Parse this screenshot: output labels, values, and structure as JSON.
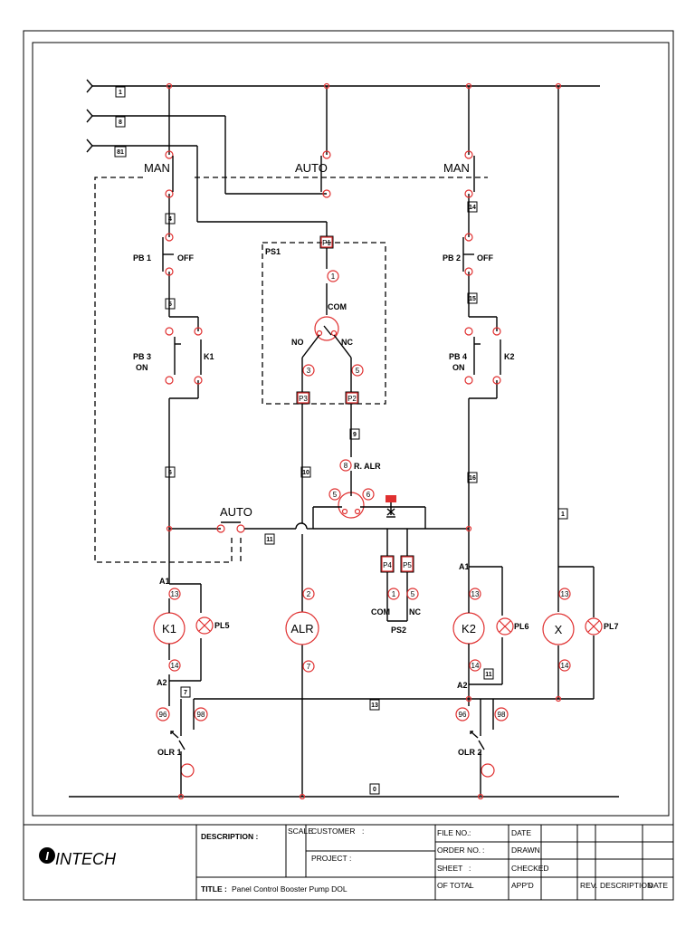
{
  "schematic": {
    "wires": [
      "1",
      "8",
      "81",
      "4",
      "5",
      "6",
      "11",
      "10",
      "9",
      "14",
      "15",
      "16",
      "7",
      "11",
      "13",
      "0",
      "1"
    ],
    "labels": {
      "man_left": "MAN",
      "auto_top": "AUTO",
      "man_right": "MAN",
      "auto_mid": "AUTO",
      "pb1": "PB 1",
      "off1": "OFF",
      "pb2": "PB 2",
      "off2": "OFF",
      "pb3": "PB 3",
      "on3": "ON",
      "pb4": "PB 4",
      "on4": "ON",
      "k1_contact": "K1",
      "k2_contact": "K2",
      "ps1": "PS1",
      "com1": "COM",
      "no1": "NO",
      "nc1": "NC",
      "ralr": "R. ALR",
      "com2": "COM",
      "nc2": "NC",
      "ps2": "PS2",
      "a1_left": "A1",
      "a2_left": "A2",
      "a1_right": "A1",
      "a2_right": "A2",
      "pl5": "PL5",
      "pl6": "PL6",
      "pl7": "PL7",
      "olr1": "OLR 1",
      "olr2": "OLR 2"
    },
    "coils": {
      "k1": "K1",
      "alr": "ALR",
      "k2": "K2",
      "x": "X"
    },
    "terminals": {
      "p1": "P1",
      "p2": "P2",
      "p3": "P3",
      "p4": "P4",
      "p5": "P5",
      "t1": "1",
      "t2": "2",
      "t3": "3",
      "t5": "5",
      "t6": "6",
      "t7": "7",
      "t8": "8",
      "t13": "13",
      "t14": "14",
      "t96": "96",
      "t98": "98"
    },
    "accent_red": "#e03030"
  },
  "title_block": {
    "logo_text": "INTECH",
    "description_label": "DESCRIPTION :",
    "scale_label": "SCALE",
    "customer_label": "CUSTOMER",
    "customer_colon": ":",
    "project_label": "PROJECT",
    "project_colon": ":",
    "title_label": "TITLE :",
    "title_value": "Panel Control Booster Pump DOL",
    "file_no": "FILE NO.",
    "order_no": "ORDER NO.",
    "sheet": "SHEET",
    "of_total": "OF TOTAL",
    "colon": ":",
    "date": "DATE",
    "drawn": "DRAWN",
    "checked": "CHECKED",
    "appd": "APP'D",
    "rev": "REV.",
    "description2": "DESCRIPTION",
    "date2": "DATE"
  }
}
